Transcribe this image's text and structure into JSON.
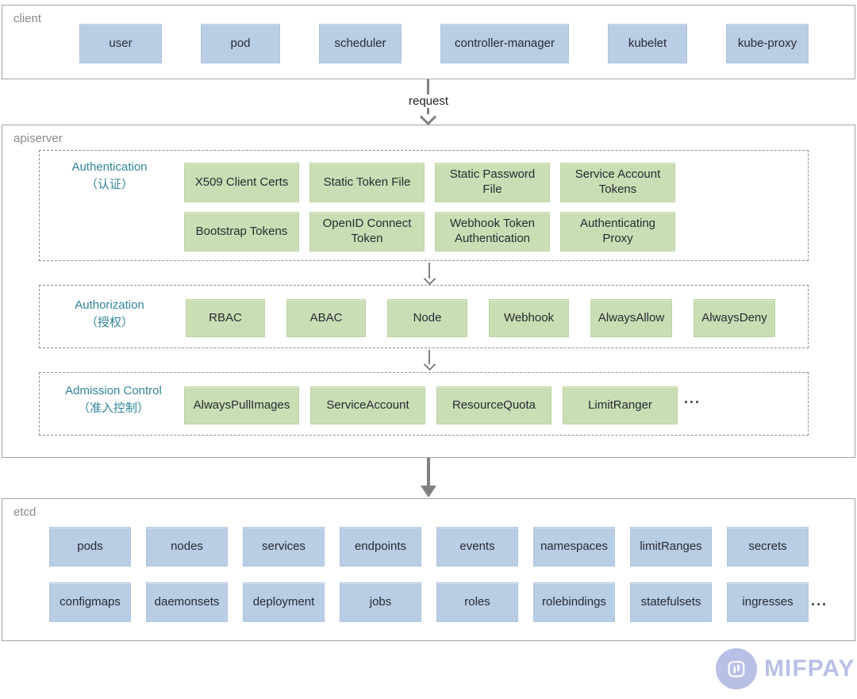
{
  "client": {
    "label": "client",
    "items": [
      "user",
      "pod",
      "scheduler",
      "controller-manager",
      "kubelet",
      "kube-proxy"
    ]
  },
  "request": {
    "label": "request"
  },
  "apiserver": {
    "label": "apiserver",
    "authentication": {
      "title": "Authentication",
      "subtitle": "（认证）",
      "items": [
        "X509 Client Certs",
        "Static Token File",
        "Static Password File",
        "Service Account Tokens",
        "Bootstrap Tokens",
        "OpenID Connect Token",
        "Webhook Token Authentication",
        "Authenticating Proxy"
      ]
    },
    "authorization": {
      "title": "Authorization",
      "subtitle": "（授权）",
      "items": [
        "RBAC",
        "ABAC",
        "Node",
        "Webhook",
        "AlwaysAllow",
        "AlwaysDeny"
      ]
    },
    "admission": {
      "title": "Admission Control",
      "subtitle": "（准入控制）",
      "items": [
        "AlwaysPullImages",
        "ServiceAccount",
        "ResourceQuota",
        "LimitRanger"
      ],
      "ellipsis": "..."
    }
  },
  "etcd": {
    "label": "etcd",
    "row1": [
      "pods",
      "nodes",
      "services",
      "endpoints",
      "events",
      "namespaces",
      "limitRanges",
      "secrets"
    ],
    "row2": [
      "configmaps",
      "daemonsets",
      "deployment",
      "jobs",
      "roles",
      "rolebindings",
      "statefulsets",
      "ingresses"
    ],
    "ellipsis": "..."
  },
  "logo": {
    "text": "MIFPAY"
  },
  "colors": {
    "node_blue": "#b9cde4",
    "node_green": "#c9deb4",
    "section_title_teal": "#2e8598",
    "arrow_gray": "#808080",
    "border_gray": "#a3a3a3",
    "logo_periwinkle": "#b9c0e6"
  }
}
